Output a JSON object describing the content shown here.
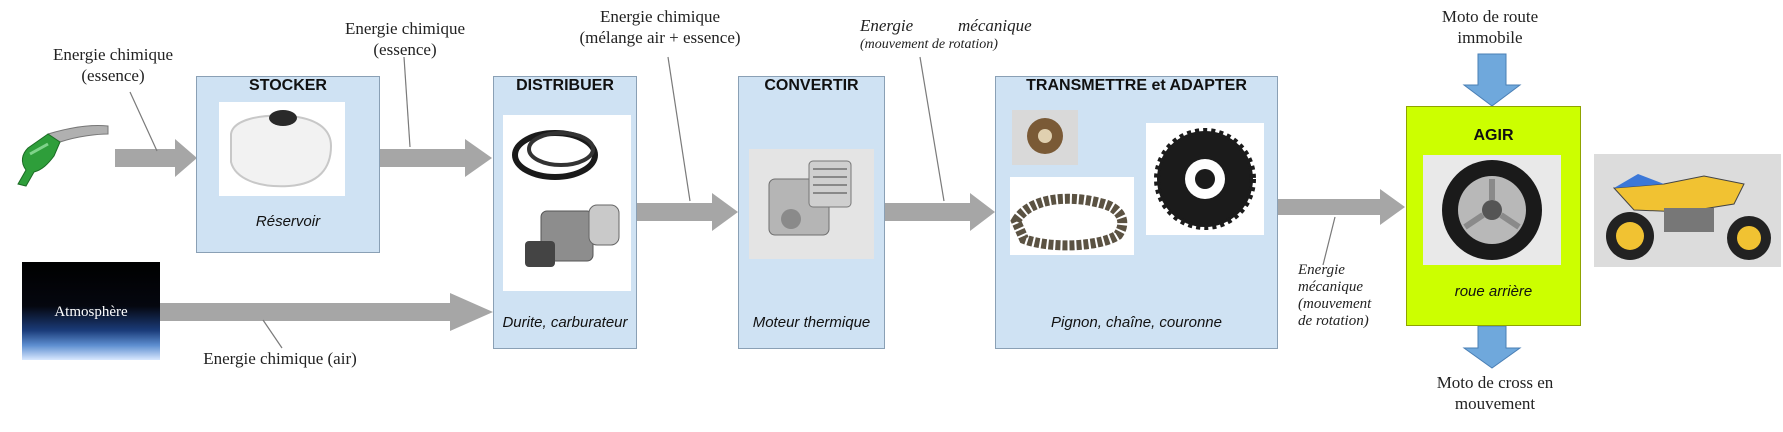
{
  "labels": {
    "source_fuel": [
      "Energie chimique",
      "(essence)"
    ],
    "after_stocker": [
      "Energie chimique",
      "(essence)"
    ],
    "after_distribuer": [
      "Energie chimique",
      "(mélange air + essence)"
    ],
    "after_convertir_1": "Energie",
    "after_convertir_2": "mécanique",
    "after_convertir_3": "(mouvement de rotation)",
    "after_transmettre": [
      "Energie",
      "mécanique",
      "(mouvement",
      "de rotation)"
    ],
    "air": "Energie chimique (air)",
    "atmosphere": "Atmosphère",
    "input_matter": [
      "Moto de route",
      "immobile"
    ],
    "output_matter": [
      "Moto de cross en",
      "mouvement"
    ]
  },
  "boxes": {
    "stocker": {
      "title": "STOCKER",
      "caption": "Réservoir"
    },
    "distribuer": {
      "title": "DISTRIBUER",
      "caption": "Durite, carburateur"
    },
    "convertir": {
      "title": "CONVERTIR",
      "caption": "Moteur thermique"
    },
    "transmettre": {
      "title": "TRANSMETTRE et ADAPTER",
      "caption": "Pignon, chaîne, couronne"
    },
    "agir": {
      "title": "AGIR",
      "caption": "roue arrière"
    }
  },
  "colors": {
    "box_fill": "#cfe2f3",
    "agir_fill": "#ccff00",
    "arrow_gray": "#a6a6a6",
    "arrow_blue": "#6fa8dc"
  }
}
